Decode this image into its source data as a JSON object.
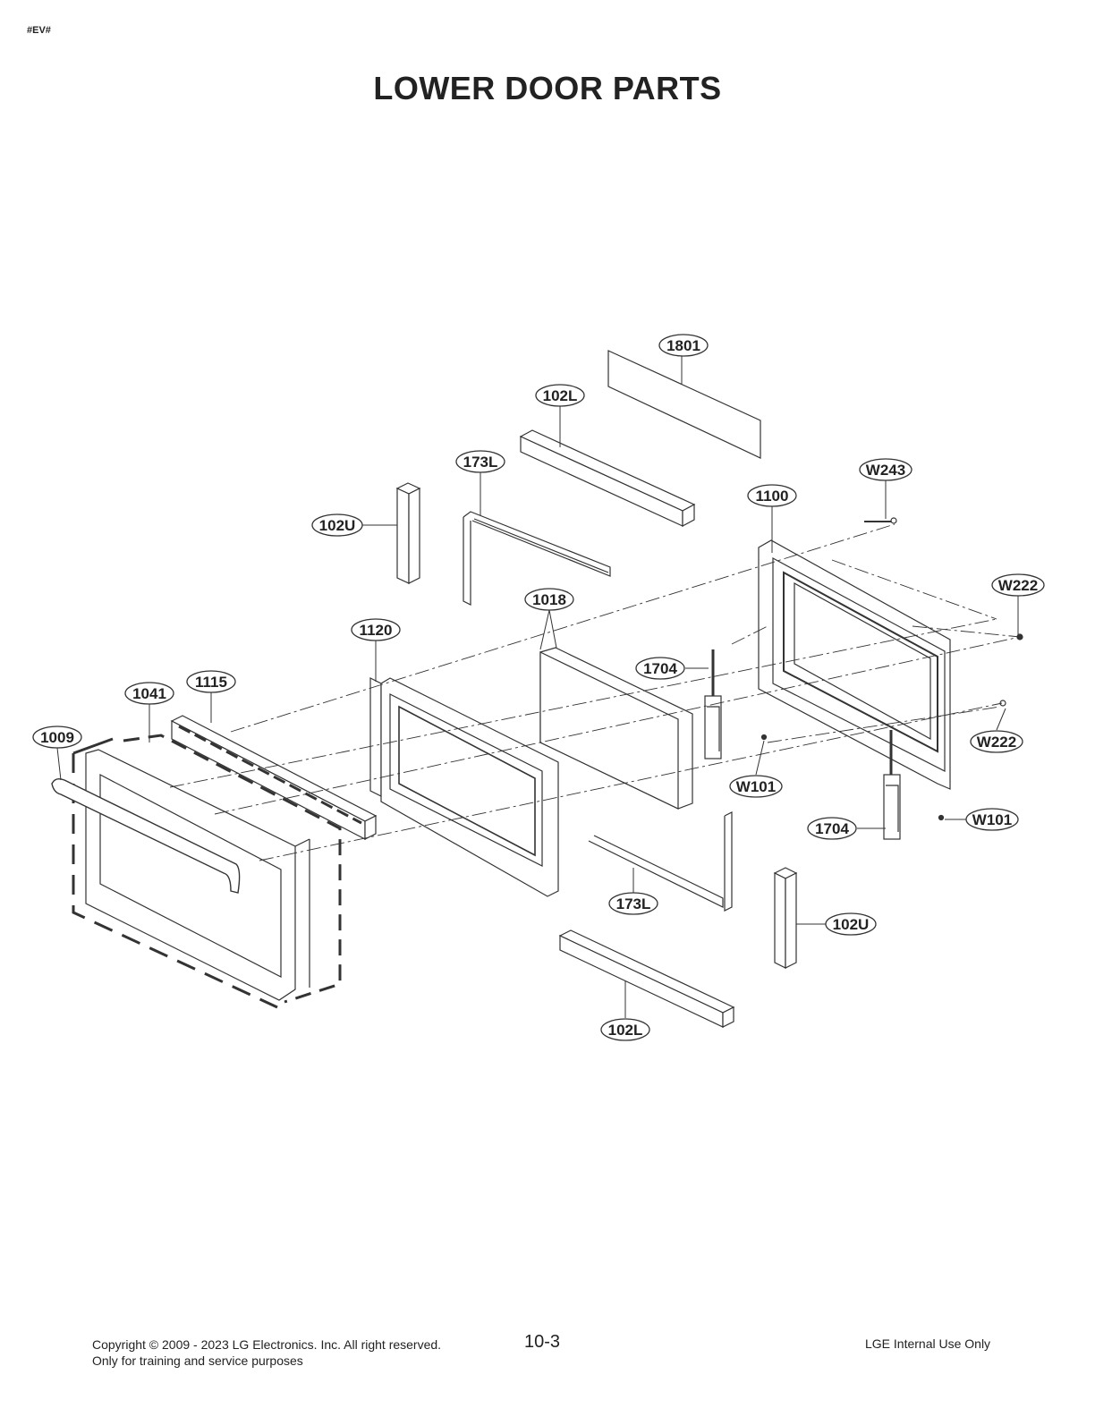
{
  "header": {
    "tag": "#EV#",
    "title": "LOWER DOOR PARTS"
  },
  "callouts": [
    {
      "id": "c-1801",
      "text": "1801"
    },
    {
      "id": "c-102l-top",
      "text": "102L"
    },
    {
      "id": "c-173l-top",
      "text": "173L"
    },
    {
      "id": "c-102u-left",
      "text": "102U"
    },
    {
      "id": "c-1100",
      "text": "1100"
    },
    {
      "id": "c-w243",
      "text": "W243"
    },
    {
      "id": "c-w222-top",
      "text": "W222"
    },
    {
      "id": "c-1018",
      "text": "1018"
    },
    {
      "id": "c-1120",
      "text": "1120"
    },
    {
      "id": "c-1704-top",
      "text": "1704"
    },
    {
      "id": "c-w222-bottom",
      "text": "W222"
    },
    {
      "id": "c-1041",
      "text": "1041"
    },
    {
      "id": "c-1115",
      "text": "1115"
    },
    {
      "id": "c-1009",
      "text": "1009"
    },
    {
      "id": "c-w101-left",
      "text": "W101"
    },
    {
      "id": "c-1704-bottom",
      "text": "1704"
    },
    {
      "id": "c-w101-right",
      "text": "W101"
    },
    {
      "id": "c-173l-bottom",
      "text": "173L"
    },
    {
      "id": "c-102u-right",
      "text": "102U"
    },
    {
      "id": "c-102l-bottom",
      "text": "102L"
    }
  ],
  "footer": {
    "copyright": "Copyright © 2009 - 2023 LG Electronics. Inc. All right reserved.",
    "purpose": "Only for training and service purposes",
    "page": "10-3",
    "notice": "LGE Internal Use Only"
  }
}
